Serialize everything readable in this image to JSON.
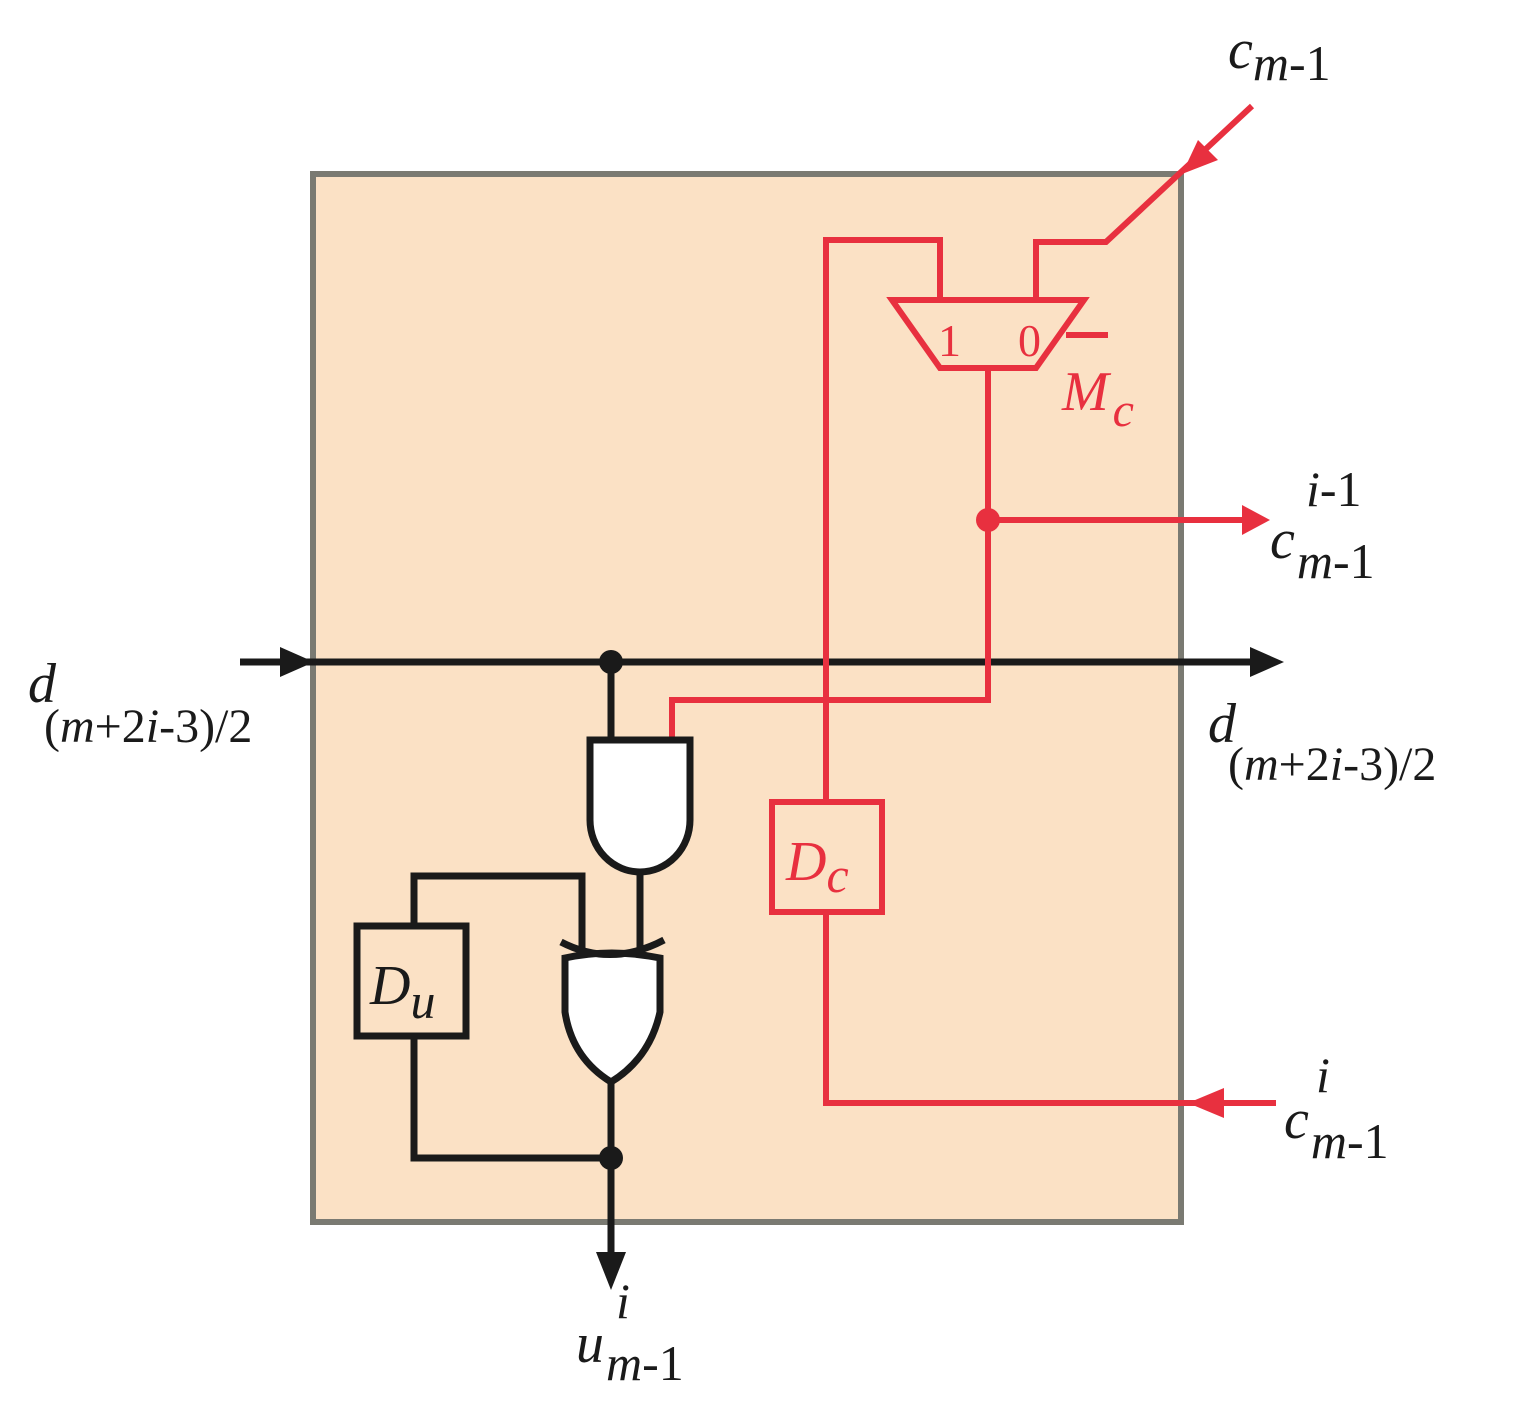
{
  "colors": {
    "background": "#ffffff",
    "block_fill": "#fbe1c5",
    "block_border": "#7a7a72",
    "black_wire": "#1a1a1a",
    "red_wire": "#e8303f",
    "gate_fill": "#ffffff"
  },
  "labels": {
    "c_top": {
      "base": "c",
      "sub": "m",
      "sub_rest": "-1"
    },
    "c_prev": {
      "base": "c",
      "sup": "i",
      "sup_rest": "-1",
      "sub": "m",
      "sub_rest": "-1"
    },
    "c_in": {
      "base": "c",
      "sup": "i",
      "sub": "m",
      "sub_rest": "-1"
    },
    "d_left": {
      "base": "d",
      "sub_pre": "(",
      "sub_m": "m",
      "sub_mid": "+2",
      "sub_i": "i",
      "sub_post": "-3)/2"
    },
    "d_right": {
      "base": "d",
      "sub_pre": "(",
      "sub_m": "m",
      "sub_mid": "+2",
      "sub_i": "i",
      "sub_post": "-3)/2"
    },
    "u_out": {
      "base": "u",
      "sup": "i",
      "sub": "m",
      "sub_rest": "-1"
    },
    "mux": {
      "base": "M",
      "sub": "c",
      "in1": "1",
      "in0": "0"
    },
    "dc": {
      "base": "D",
      "sub": "c"
    },
    "du": {
      "base": "D",
      "sub": "u"
    }
  },
  "icons": {
    "and_gate": "and-gate-icon",
    "xor_gate": "xor-gate-icon",
    "mux": "multiplexer-icon",
    "junction": "junction-dot-icon",
    "arrow": "arrowhead-icon"
  }
}
